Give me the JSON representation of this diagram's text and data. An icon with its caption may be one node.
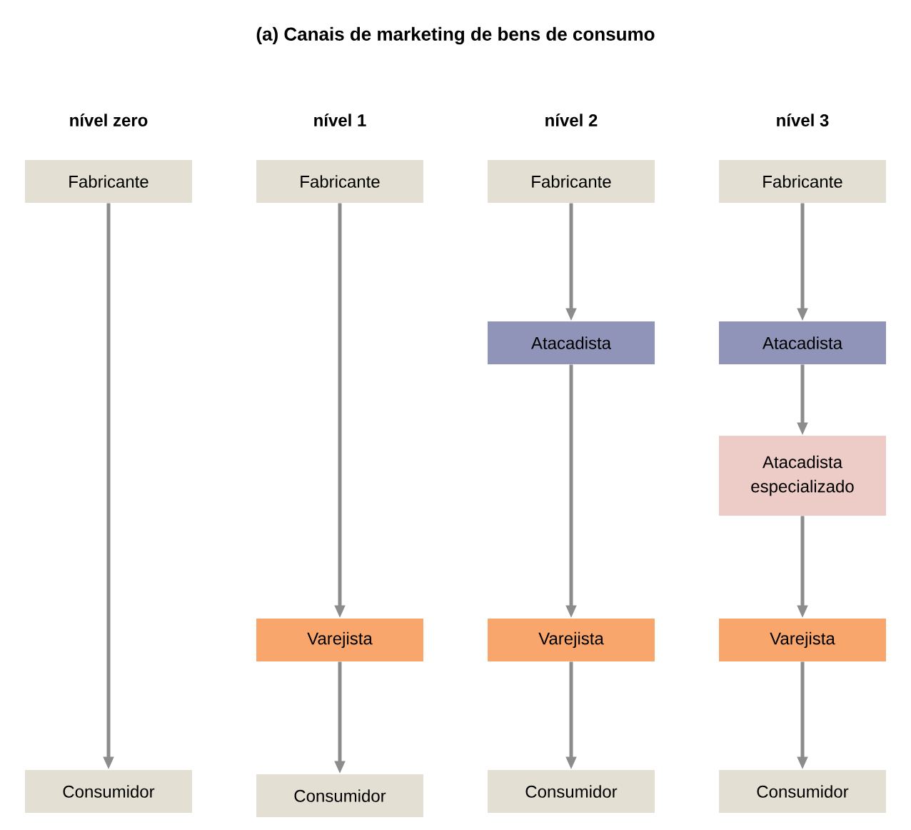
{
  "diagram": {
    "title": "(a) Canais de marketing de bens de consumo",
    "nodes": [
      {
        "text": [
          "Fabricante"
        ]
      },
      {
        "text": [
          "Fabricante"
        ]
      },
      {
        "text": [
          "Fabricante"
        ]
      },
      {
        "text": [
          "Fabricante"
        ]
      },
      {
        "text": [
          "Atacadista"
        ]
      },
      {
        "text": [
          "Atacadista"
        ]
      },
      {
        "text": [
          "Atacadista especializado"
        ]
      },
      {
        "text": [
          "Varejista"
        ]
      },
      {
        "text": [
          "Varejista"
        ]
      },
      {
        "text": [
          "Varejista"
        ]
      },
      {
        "text": [
          "Consumidor"
        ]
      },
      {
        "text": [
          "Consumidor"
        ]
      },
      {
        "text": [
          "Consumidor"
        ]
      },
      {
        "text": [
          "Consumidor"
        ]
      }
    ],
    "edges": [
      {
        "from": 0,
        "to": 10,
        "arrow": "to"
      },
      {
        "from": 1,
        "to": 7,
        "arrow": "to"
      },
      {
        "from": 7,
        "to": 11,
        "arrow": "to"
      },
      {
        "from": 2,
        "to": 4,
        "arrow": "to"
      },
      {
        "from": 4,
        "to": 8,
        "arrow": "to"
      },
      {
        "from": 8,
        "to": 12,
        "arrow": "to"
      },
      {
        "from": 3,
        "to": 5,
        "arrow": "to"
      },
      {
        "from": 5,
        "to": 6,
        "arrow": "to"
      },
      {
        "from": 6,
        "to": 9,
        "arrow": "to"
      },
      {
        "from": 9,
        "to": 13,
        "arrow": "to"
      }
    ],
    "labels": [
      "nível zero",
      "nível 1",
      "nível 2",
      "nível 3"
    ]
  }
}
